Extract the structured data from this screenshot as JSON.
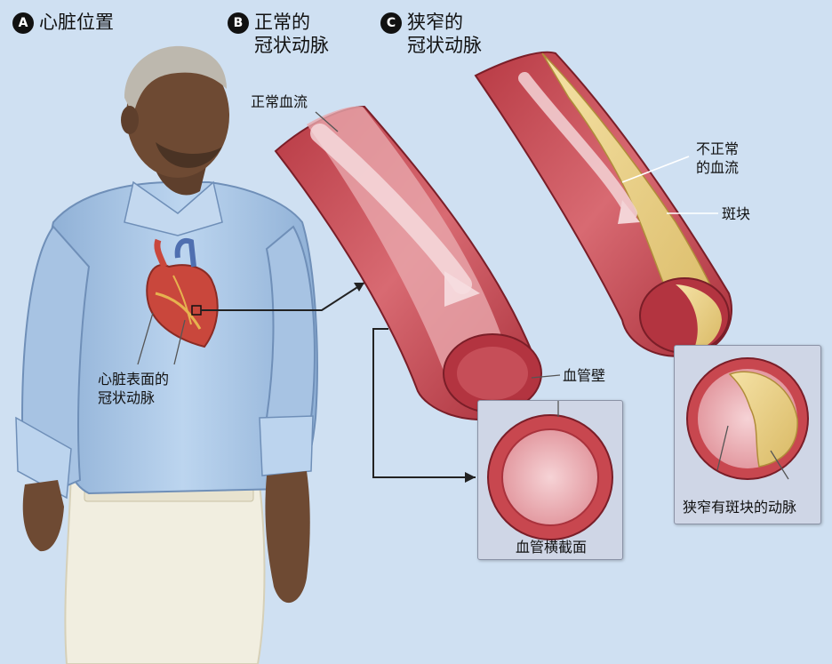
{
  "panels": {
    "a": {
      "badge": "A",
      "title": "心脏位置"
    },
    "b": {
      "badge": "B",
      "title_line1": "正常的",
      "title_line2": "冠状动脉"
    },
    "c": {
      "badge": "C",
      "title_line1": "狭窄的",
      "title_line2": "冠状动脉"
    }
  },
  "labels": {
    "heart_surface_line1": "心脏表面的",
    "heart_surface_line2": "冠状动脉",
    "normal_flow": "正常血流",
    "vessel_wall": "血管壁",
    "cross_section": "血管横截面",
    "abnormal_flow_line1": "不正常",
    "abnormal_flow_line2": "的血流",
    "plaque": "斑块",
    "narrowed_artery": "狭窄有斑块的动脉"
  },
  "colors": {
    "background": "#cfe0f2",
    "artery_outer": "#c8474f",
    "artery_inner": "#e9a7ad",
    "plaque": "#ecd58e",
    "shirt": "#a9c6e6",
    "skin": "#6e4a33"
  }
}
